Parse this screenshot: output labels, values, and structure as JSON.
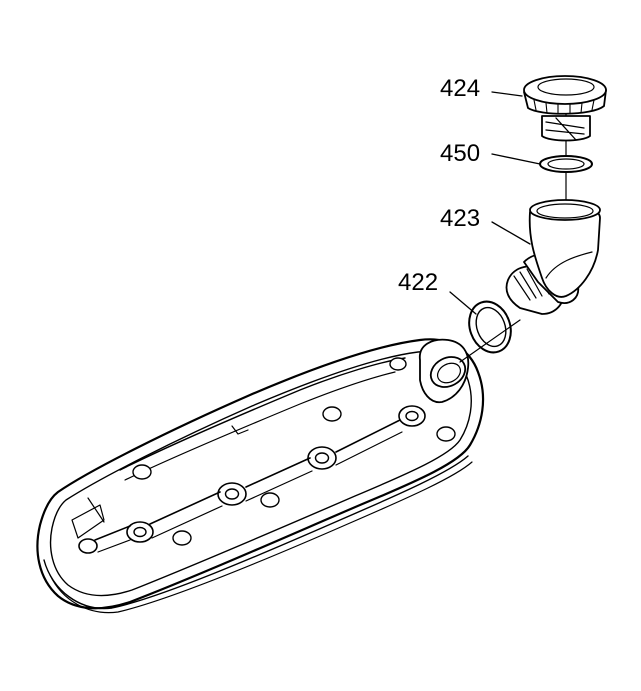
{
  "diagram": {
    "callouts": [
      {
        "id": "cap",
        "label": "424"
      },
      {
        "id": "seal",
        "label": "450"
      },
      {
        "id": "tube",
        "label": "423"
      },
      {
        "id": "oring",
        "label": "422"
      }
    ]
  },
  "colors": {
    "line": "#000000",
    "background": "#ffffff",
    "fill": "#ffffff"
  }
}
